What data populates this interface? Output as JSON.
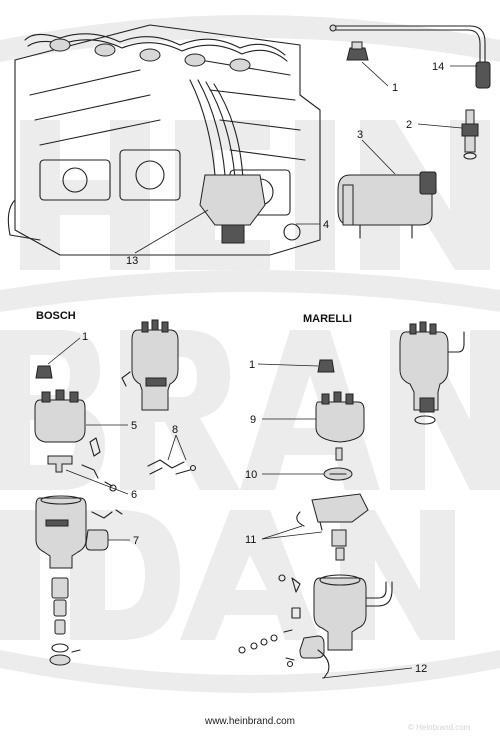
{
  "parts_top": {
    "callouts": [
      "14",
      "1",
      "2",
      "3",
      "4",
      "13"
    ]
  },
  "sections": {
    "bosch": {
      "heading": "BOSCH",
      "callouts": [
        "1",
        "5",
        "6",
        "7",
        "8"
      ]
    },
    "marelli": {
      "heading": "MARELLI",
      "callouts": [
        "1",
        "9",
        "10",
        "11",
        "12"
      ]
    }
  },
  "watermark": {
    "letters": [
      "HEIN",
      "BRAND"
    ],
    "corner_text": "© Heinbrand.com"
  },
  "footer": {
    "url": "www.heinbrand.com"
  },
  "colors": {
    "ink": "#222222",
    "watermark": "#ececec",
    "background": "#ffffff"
  }
}
